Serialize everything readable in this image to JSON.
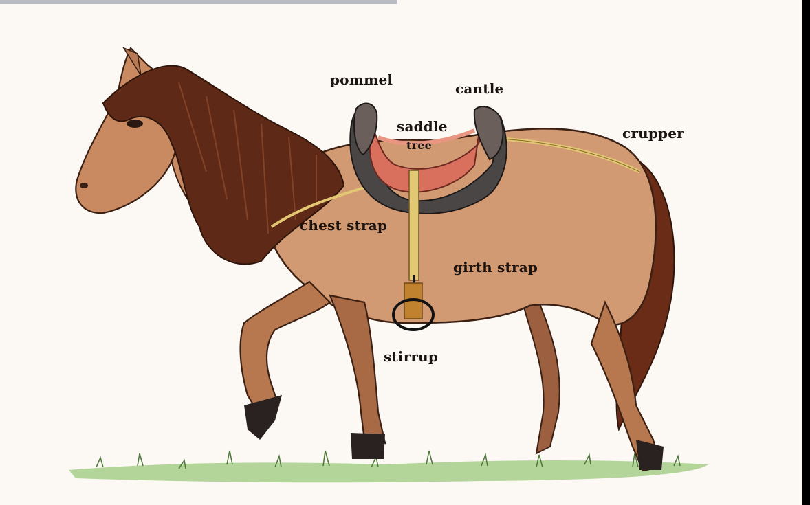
{
  "labels": {
    "pommel": "pommel",
    "cantle": "cantle",
    "saddle": "saddle",
    "tree": "tree",
    "crupper": "crupper",
    "chest_strap": "chest strap",
    "girth_strap": "girth strap",
    "stirrup": "stirrup"
  },
  "colors": {
    "background": "#fcf8f4",
    "coat": "#d29a72",
    "mane": "#5e2a17",
    "hoof": "#2a2220",
    "saddle_seat": "#d9705e",
    "saddle_tree": "#4a4646",
    "strap": "#e3c874",
    "grass": "#8fc071",
    "label": "#1b1410"
  }
}
